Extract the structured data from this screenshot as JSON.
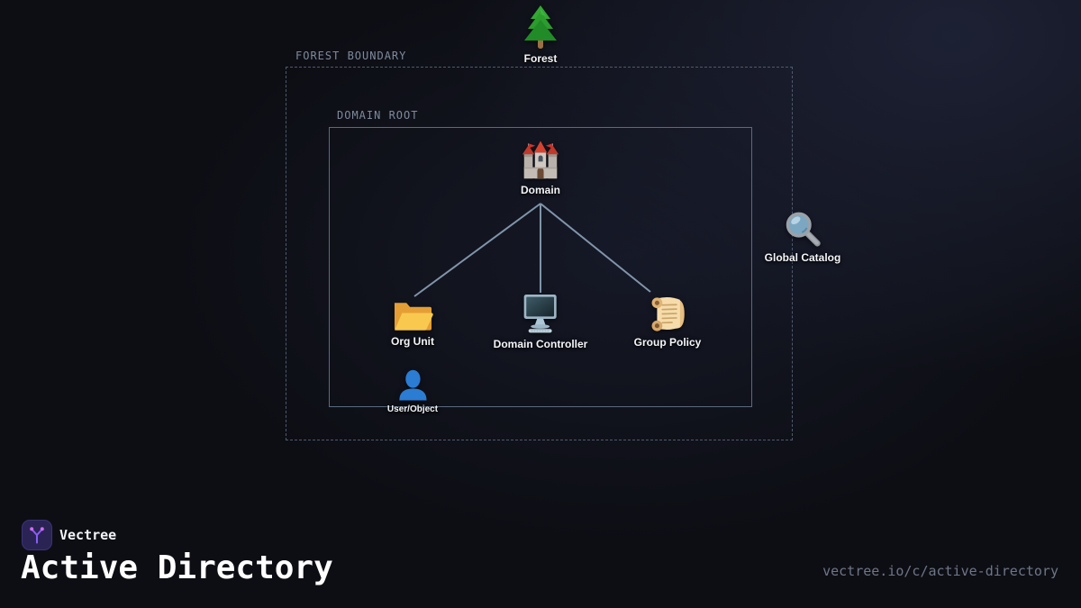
{
  "diagram": {
    "forest_boundary_label": "FOREST BOUNDARY",
    "domain_root_label": "DOMAIN ROOT",
    "nodes": {
      "forest": {
        "label": "Forest",
        "icon": "evergreen-tree-icon"
      },
      "domain": {
        "label": "Domain",
        "icon": "castle-icon"
      },
      "org_unit": {
        "label": "Org Unit",
        "icon": "open-folder-icon"
      },
      "domain_controller": {
        "label": "Domain Controller",
        "icon": "desktop-computer-icon"
      },
      "group_policy": {
        "label": "Group Policy",
        "icon": "scroll-icon"
      },
      "user_object": {
        "label": "User/Object",
        "icon": "person-silhouette-icon"
      },
      "global_catalog": {
        "label": "Global Catalog",
        "icon": "magnifying-glass-icon"
      }
    },
    "edges": [
      {
        "from": "domain",
        "to": "org_unit"
      },
      {
        "from": "domain",
        "to": "domain_controller"
      },
      {
        "from": "domain",
        "to": "group_policy"
      }
    ]
  },
  "footer": {
    "brand": "Vectree",
    "title": "Active Directory",
    "url": "vectree.io/c/active-directory"
  },
  "colors": {
    "background": "#0d0e14",
    "background_glow": "#1d2134",
    "boundary_dashed": "#4e5a6c",
    "domain_border": "#5a6a80",
    "muted_label": "#7e8a9c",
    "edge": "#8095aa",
    "node_label": "#f4f6fa",
    "url_text": "#6e7686",
    "logo_background": "#2a2455",
    "logo_accent": "#8b5cf6"
  }
}
